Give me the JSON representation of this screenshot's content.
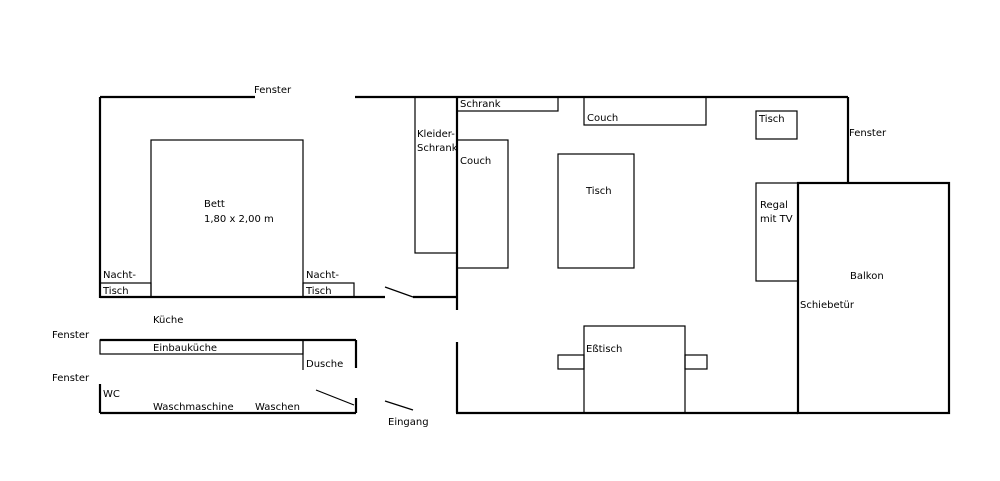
{
  "labels": {
    "fenster_top": "Fenster",
    "fenster_right": "Fenster",
    "fenster_left_upper": "Fenster",
    "fenster_left_lower": "Fenster",
    "bett": "Bett",
    "bett_size": "1,80 x 2,00 m",
    "nachttisch_left_1": "Nacht-",
    "nachttisch_left_2": "Tisch",
    "nachttisch_right_1": "Nacht-",
    "nachttisch_right_2": "Tisch",
    "kleiderschrank_1": "Kleider-",
    "kleiderschrank_2": "Schrank",
    "schrank": "Schrank",
    "couch_top": "Couch",
    "couch_left": "Couch",
    "tisch_small": "Tisch",
    "tisch_center": "Tisch",
    "regal_1": "Regal",
    "regal_2": "mit TV",
    "balkon": "Balkon",
    "schiebetuer": "Schiebetür",
    "kueche": "Küche",
    "einbaukueche": "Einbauküche",
    "dusche": "Dusche",
    "wc": "WC",
    "waschmaschine": "Waschmaschine",
    "waschen": "Waschen",
    "eingang": "Eingang",
    "esstisch": "Eßtisch"
  }
}
